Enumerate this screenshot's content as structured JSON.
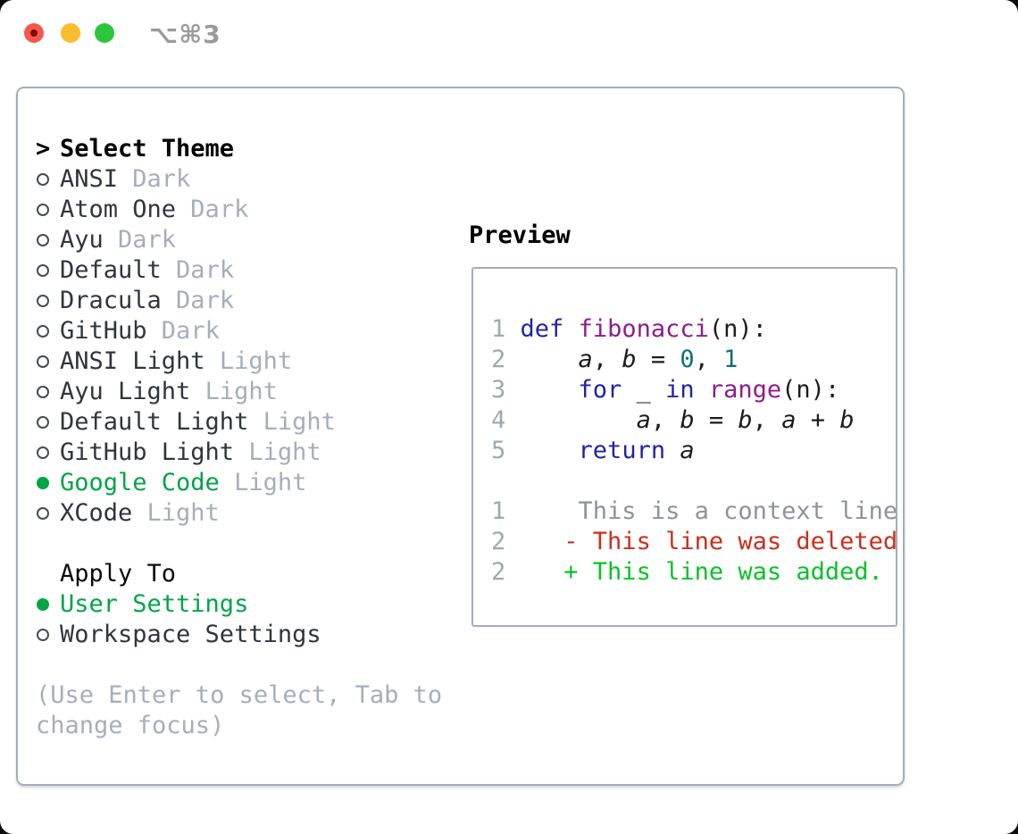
{
  "window": {
    "title": "⌥⌘3",
    "traffic_lights": {
      "close": "close",
      "minimize": "minimize",
      "zoom": "zoom"
    }
  },
  "colors": {
    "selected_green": "#00a546",
    "item_text": "#30363d",
    "dim_text": "#a6aeba",
    "panel_border": "#a5adb8",
    "lineno": "#9fa8b3",
    "plain": "#1c1c1c",
    "keyword": "#2323a8",
    "function": "#8d1d8d",
    "number": "#0e7078",
    "variable": "#1c1c1c",
    "context": "#8d939b",
    "deleted": "#cb2f1d",
    "added": "#09c229",
    "traffic_red": "#f4574f",
    "traffic_yellow": "#f9bd2e",
    "traffic_green": "#2cc63e"
  },
  "theme_selector": {
    "prompt": ">",
    "header": "Select Theme",
    "themes": [
      {
        "name": "ANSI",
        "variant": "Dark",
        "selected": false
      },
      {
        "name": "Atom One",
        "variant": "Dark",
        "selected": false
      },
      {
        "name": "Ayu",
        "variant": "Dark",
        "selected": false
      },
      {
        "name": "Default",
        "variant": "Dark",
        "selected": false
      },
      {
        "name": "Dracula",
        "variant": "Dark",
        "selected": false
      },
      {
        "name": "GitHub",
        "variant": "Dark",
        "selected": false
      },
      {
        "name": "ANSI Light",
        "variant": "Light",
        "selected": false
      },
      {
        "name": "Ayu Light",
        "variant": "Light",
        "selected": false
      },
      {
        "name": "Default Light",
        "variant": "Light",
        "selected": false
      },
      {
        "name": "GitHub Light",
        "variant": "Light",
        "selected": false
      },
      {
        "name": "Google Code",
        "variant": "Light",
        "selected": true
      },
      {
        "name": "XCode",
        "variant": "Light",
        "selected": false
      }
    ]
  },
  "apply_to": {
    "header": "Apply To",
    "options": [
      {
        "label": "User Settings",
        "selected": true
      },
      {
        "label": "Workspace Settings",
        "selected": false
      }
    ]
  },
  "help_text": "(Use Enter to select, Tab to change focus)",
  "preview": {
    "title": "Preview",
    "lines": [
      {
        "num": "1",
        "tokens": [
          {
            "t": " ",
            "c": "plain"
          },
          {
            "t": "def",
            "c": "keyword"
          },
          {
            "t": " ",
            "c": "plain"
          },
          {
            "t": "fibonacci",
            "c": "function"
          },
          {
            "t": "(n):",
            "c": "plain"
          }
        ]
      },
      {
        "num": "2",
        "tokens": [
          {
            "t": "     ",
            "c": "plain"
          },
          {
            "t": "a",
            "c": "variable"
          },
          {
            "t": ", ",
            "c": "plain"
          },
          {
            "t": "b",
            "c": "variable"
          },
          {
            "t": " = ",
            "c": "plain"
          },
          {
            "t": "0",
            "c": "number"
          },
          {
            "t": ", ",
            "c": "plain"
          },
          {
            "t": "1",
            "c": "number"
          }
        ]
      },
      {
        "num": "3",
        "tokens": [
          {
            "t": "     ",
            "c": "plain"
          },
          {
            "t": "for",
            "c": "keyword"
          },
          {
            "t": " _ ",
            "c": "plain"
          },
          {
            "t": "in",
            "c": "keyword"
          },
          {
            "t": " ",
            "c": "plain"
          },
          {
            "t": "range",
            "c": "function"
          },
          {
            "t": "(n):",
            "c": "plain"
          }
        ]
      },
      {
        "num": "4",
        "tokens": [
          {
            "t": "         ",
            "c": "plain"
          },
          {
            "t": "a",
            "c": "variable"
          },
          {
            "t": ", ",
            "c": "plain"
          },
          {
            "t": "b",
            "c": "variable"
          },
          {
            "t": " = ",
            "c": "plain"
          },
          {
            "t": "b",
            "c": "variable"
          },
          {
            "t": ", ",
            "c": "plain"
          },
          {
            "t": "a",
            "c": "variable"
          },
          {
            "t": " + ",
            "c": "plain"
          },
          {
            "t": "b",
            "c": "variable"
          }
        ]
      },
      {
        "num": "5",
        "tokens": [
          {
            "t": "     ",
            "c": "plain"
          },
          {
            "t": "return",
            "c": "keyword"
          },
          {
            "t": " ",
            "c": "plain"
          },
          {
            "t": "a",
            "c": "variable"
          }
        ]
      },
      {
        "num": "",
        "tokens": []
      },
      {
        "num": "1",
        "tokens": [
          {
            "t": "     This is a context line.",
            "c": "context"
          }
        ]
      },
      {
        "num": "2",
        "tokens": [
          {
            "t": "    - This line was deleted.",
            "c": "deleted"
          }
        ]
      },
      {
        "num": "2",
        "tokens": [
          {
            "t": "    + This line was added.",
            "c": "added"
          }
        ]
      }
    ]
  }
}
